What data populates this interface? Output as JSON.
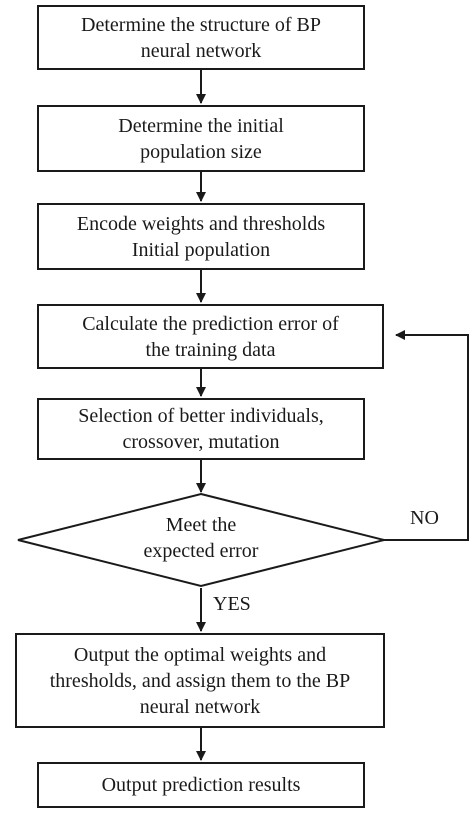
{
  "steps": [
    {
      "line1": "Determine the structure of BP",
      "line2": "neural network"
    },
    {
      "line1": "Determine the initial",
      "line2": "population size"
    },
    {
      "line1": "Encode weights and thresholds",
      "line2": "Initial population"
    },
    {
      "line1": "Calculate the prediction error of",
      "line2": "the training data"
    },
    {
      "line1": "Selection of better individuals,",
      "line2": "crossover, mutation"
    }
  ],
  "decision": {
    "line1": "Meet the",
    "line2": "expected error"
  },
  "labels": {
    "no": "NO",
    "yes": "YES"
  },
  "output_box": {
    "line1": "Output the optimal weights and",
    "line2": "thresholds, and assign them to the BP",
    "line3": "neural network"
  },
  "final_box": {
    "text": "Output prediction results"
  }
}
